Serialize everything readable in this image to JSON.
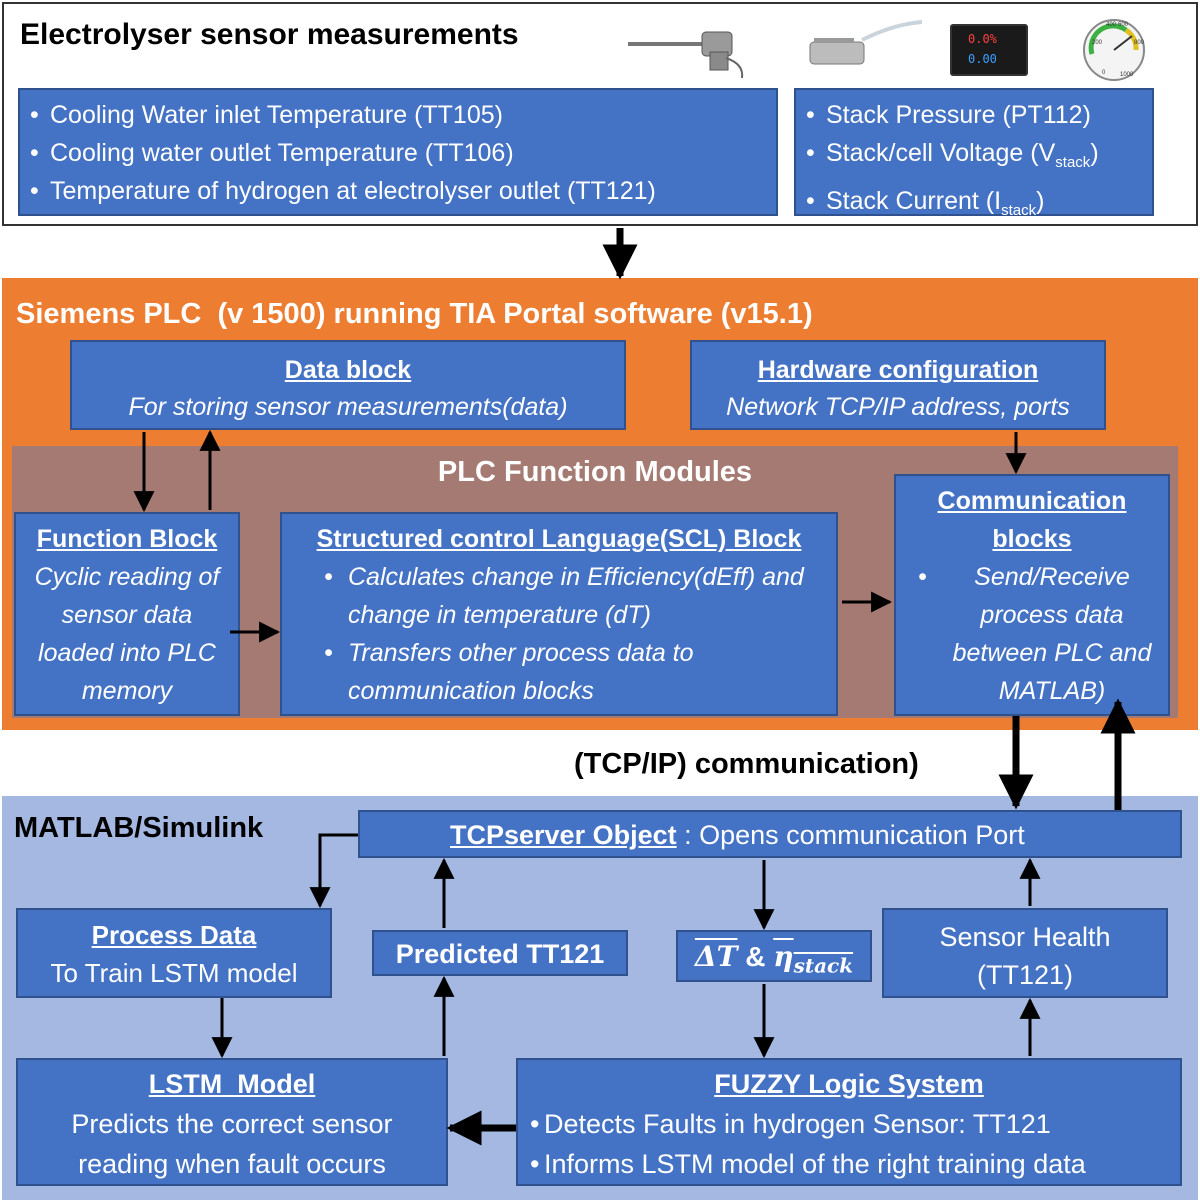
{
  "sensor_section": {
    "title": "Electrolyser sensor measurements",
    "temperature_items": [
      "Cooling Water inlet Temperature (TT105)",
      "Cooling water outlet Temperature (TT106)",
      "Temperature of hydrogen at electrolyser outlet (TT121)"
    ],
    "stack_items": [
      {
        "text": "Stack Pressure (PT112)",
        "sub": ""
      },
      {
        "text": "Stack/cell Voltage (V",
        "sub": "stack",
        "tail": ")"
      },
      {
        "text": "Stack Current (I",
        "sub": "stack",
        "tail": ")"
      }
    ],
    "meter_readings": [
      "0.0%",
      "0.00"
    ],
    "gauge_ticks": [
      "400",
      "600",
      "200",
      "800",
      "0",
      "1000"
    ]
  },
  "plc_section": {
    "title": "Siemens PLC  (v 1500) running TIA Portal software (v15.1)",
    "data_block": {
      "title": "Data block",
      "text": "For storing sensor measurements(data)"
    },
    "hardware_config": {
      "title": "Hardware configuration",
      "text": "Network TCP/IP address, ports"
    },
    "modules_title": "PLC Function Modules",
    "function_block": {
      "title": "Function Block",
      "text": "Cyclic reading of sensor data loaded into PLC memory"
    },
    "scl_block": {
      "title": "Structured control Language(SCL) Block",
      "items": [
        "Calculates change in Efficiency(dEff) and change in temperature (dT)",
        "Transfers other process data to communication blocks"
      ]
    },
    "comm_blocks": {
      "title": "Communication blocks",
      "items": [
        "Send/Receive process data between PLC and MATLAB)"
      ]
    }
  },
  "link_label": "(TCP/IP) communication)",
  "matlab_section": {
    "title": "MATLAB/Simulink",
    "tcp_server": {
      "title": "TCPserver Object",
      "text": " : Opens communication Port"
    },
    "process_data": {
      "title": "Process Data",
      "text": "To Train LSTM model"
    },
    "predicted": {
      "text": "Predicted TT121"
    },
    "delta_labels": {
      "delta_t": "ΔT",
      "amp": " & ",
      "eta": "η",
      "eta_sub": "stack"
    },
    "sensor_health": {
      "line1": "Sensor Health",
      "line2": "(TT121)"
    },
    "lstm": {
      "title": "LSTM  Model",
      "text": "Predicts the correct sensor reading when fault occurs"
    },
    "fuzzy": {
      "title": "FUZZY Logic System",
      "items": [
        "Detects Faults in hydrogen Sensor: TT121",
        "Informs LSTM model of the right training data"
      ]
    }
  },
  "colors": {
    "box_blue": "#4472c4",
    "plc_orange": "#ed7d31",
    "modules_brown": "#a47a72",
    "matlab_light": "#a4b8e2"
  }
}
